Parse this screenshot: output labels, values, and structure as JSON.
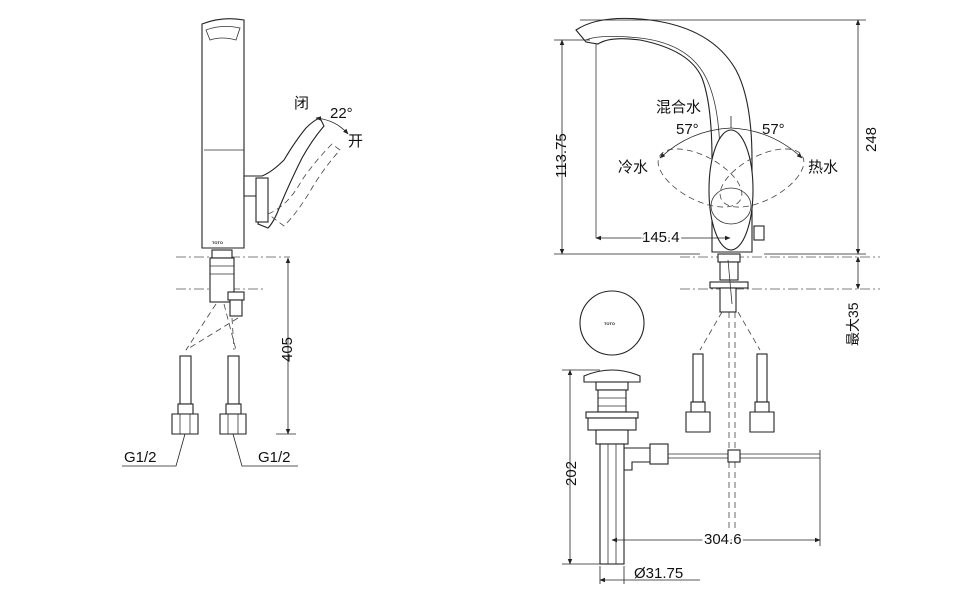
{
  "left_view": {
    "label_close": "闭",
    "label_open": "开",
    "angle_handle": "22°",
    "dim_height": "405",
    "thread_left": "G1/2",
    "thread_right": "G1/2",
    "brand_mark": "TOTO"
  },
  "right_view": {
    "label_mix": "混合水",
    "angle_left": "57°",
    "angle_right": "57°",
    "label_cold": "冷水",
    "label_hot": "热水",
    "dim_spout_height": "113.75",
    "dim_total_height": "248",
    "dim_reach": "145.4",
    "dim_max_deck": "最大35",
    "dim_drain_height": "202",
    "dim_drain_reach": "304.6",
    "dim_drain_diameter": "Ø31.75",
    "brand_mark": "TOTO"
  }
}
